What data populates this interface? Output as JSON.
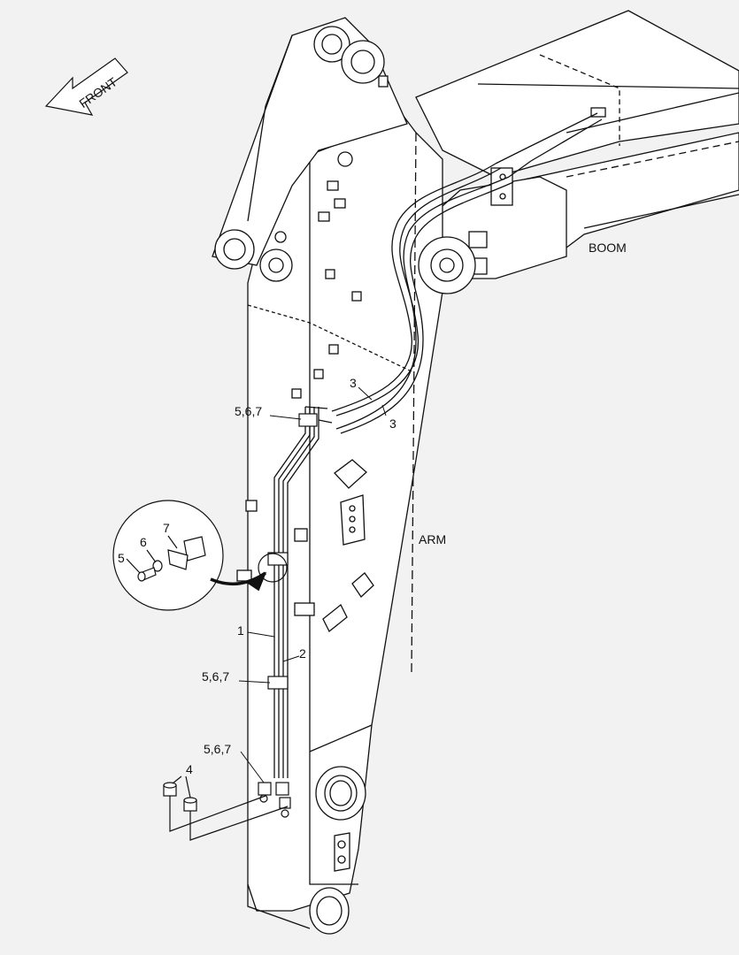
{
  "labels": {
    "front": "FRONT",
    "boom": "BOOM",
    "arm": "ARM",
    "callout_5_6_7": "5,6,7",
    "part_1": "1",
    "part_2": "2",
    "part_3": "3",
    "part_4": "4",
    "part_5": "5",
    "part_6": "6",
    "part_7": "7"
  },
  "colors": {
    "background": "#f2f2f2",
    "line": "#111111",
    "fill": "#ffffff"
  }
}
